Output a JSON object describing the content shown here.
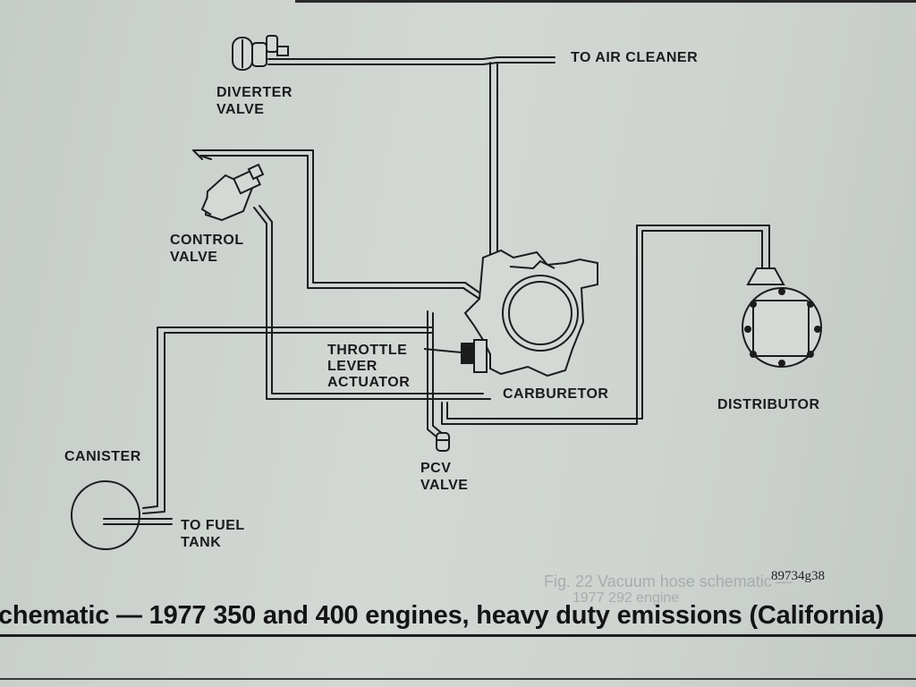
{
  "labels": {
    "diverter_valve": "DIVERTER\nVALVE",
    "to_air_cleaner": "TO AIR CLEANER",
    "control_valve": "CONTROL\nVALVE",
    "throttle_lever_actuator": "THROTTLE\nLEVER\nACTUATOR",
    "carburetor": "CARBURETOR",
    "distributor": "DISTRIBUTOR",
    "canister": "CANISTER",
    "to_fuel_tank": "TO FUEL\nTANK",
    "pcv_valve": "PCV\nVALVE"
  },
  "figure_id": "89734g38",
  "caption": "chematic — 1977 350 and 400 engines, heavy duty emissions (California)",
  "ghost_text": {
    "fig_22": "Fig. 22 Vacuum hose schematic —",
    "engine_292": "1977 292 engine"
  }
}
